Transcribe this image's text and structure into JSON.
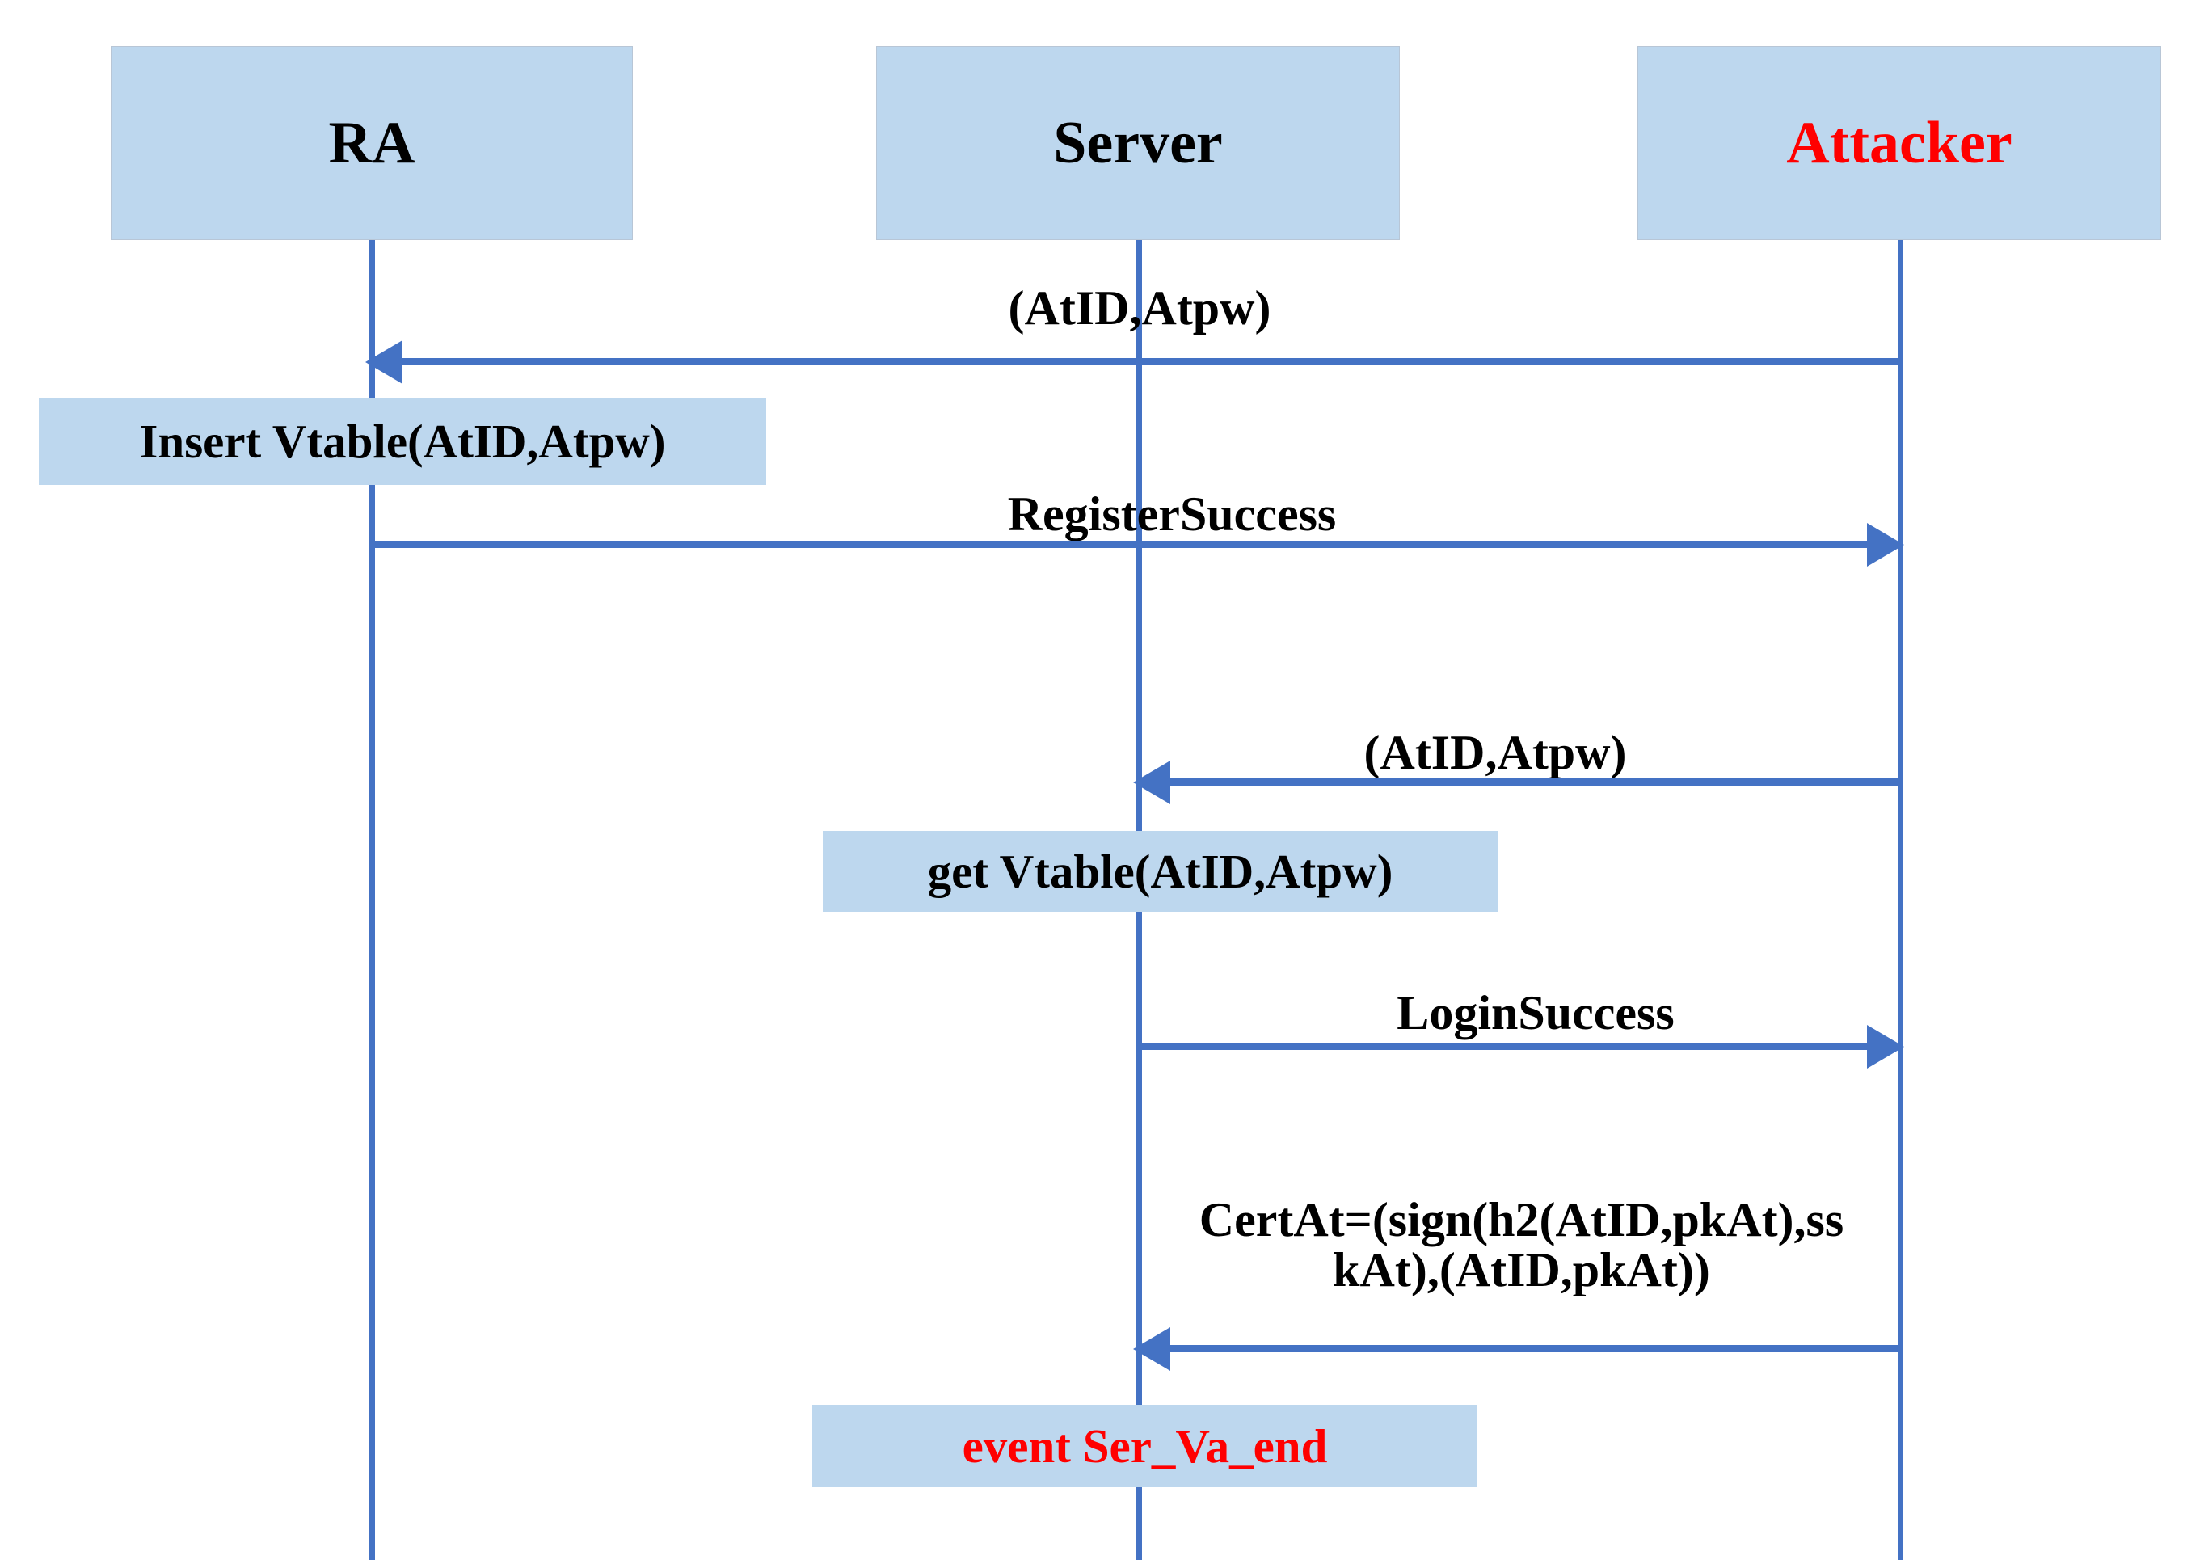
{
  "diagram": {
    "type": "sequence-diagram",
    "title": "",
    "colors": {
      "participant_fill": "#bdd7ee",
      "note_fill": "#bdd7ee",
      "line": "#4472c4",
      "text": "#000000",
      "attacker_text": "#ff0000",
      "background": "#ffffff"
    },
    "participants": [
      {
        "id": "ra",
        "label": "RA",
        "color": "#000000"
      },
      {
        "id": "server",
        "label": "Server",
        "color": "#000000"
      },
      {
        "id": "attacker",
        "label": "Attacker",
        "color": "#ff0000"
      }
    ],
    "messages": [
      {
        "id": "m1",
        "label": "(AtID,Atpw)",
        "from": "attacker",
        "to": "ra",
        "direction": "left"
      },
      {
        "id": "m2",
        "label": "RegisterSuccess",
        "from": "ra",
        "to": "attacker",
        "direction": "right"
      },
      {
        "id": "m3",
        "label": "(AtID,Atpw)",
        "from": "attacker",
        "to": "server",
        "direction": "left"
      },
      {
        "id": "m4",
        "label": "LoginSuccess",
        "from": "server",
        "to": "attacker",
        "direction": "right"
      },
      {
        "id": "m5",
        "label": "CertAt=(sign(h2(AtID,pkAt),ss\nkAt),(AtID,pkAt))",
        "from": "attacker",
        "to": "server",
        "direction": "left"
      }
    ],
    "notes": [
      {
        "id": "n1",
        "label": "Insert Vtable(AtID,Atpw)",
        "on": "ra",
        "color": "#000000"
      },
      {
        "id": "n2",
        "label": "get Vtable(AtID,Atpw)",
        "on": "server",
        "color": "#000000"
      },
      {
        "id": "n3",
        "label": "event Ser_Va_end",
        "on": "server",
        "color": "#ff0000"
      }
    ]
  }
}
